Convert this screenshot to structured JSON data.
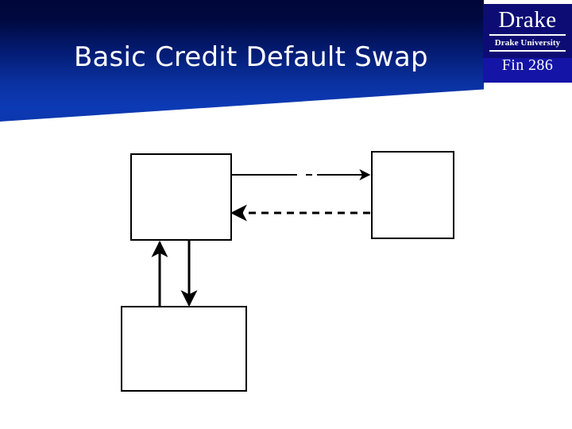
{
  "slide": {
    "title": "Basic Credit Default Swap",
    "background_color": "#ffffff",
    "banner_color_top": "#000639",
    "banner_color_bottom": "#0c3ab5"
  },
  "logo": {
    "name": "Drake",
    "university": "Drake University",
    "course": "Fin 286",
    "background_color": "#0c0c74",
    "accent_color": "#1414a6",
    "text_color": "#ffffff"
  },
  "diagram": {
    "boxes": [
      {
        "id": "protection-buyer",
        "label": ""
      },
      {
        "id": "protection-seller",
        "label": ""
      },
      {
        "id": "reference-entity",
        "label": ""
      }
    ],
    "connectors": [
      {
        "id": "buyer-to-seller",
        "style": "solid",
        "direction": "right",
        "label": ""
      },
      {
        "id": "seller-to-buyer",
        "style": "dashed",
        "direction": "left",
        "label": ""
      },
      {
        "id": "entity-to-buyer",
        "style": "solid",
        "direction": "up",
        "label": ""
      },
      {
        "id": "buyer-to-entity",
        "style": "solid",
        "direction": "down",
        "label": ""
      }
    ],
    "line_color": "#000000"
  }
}
